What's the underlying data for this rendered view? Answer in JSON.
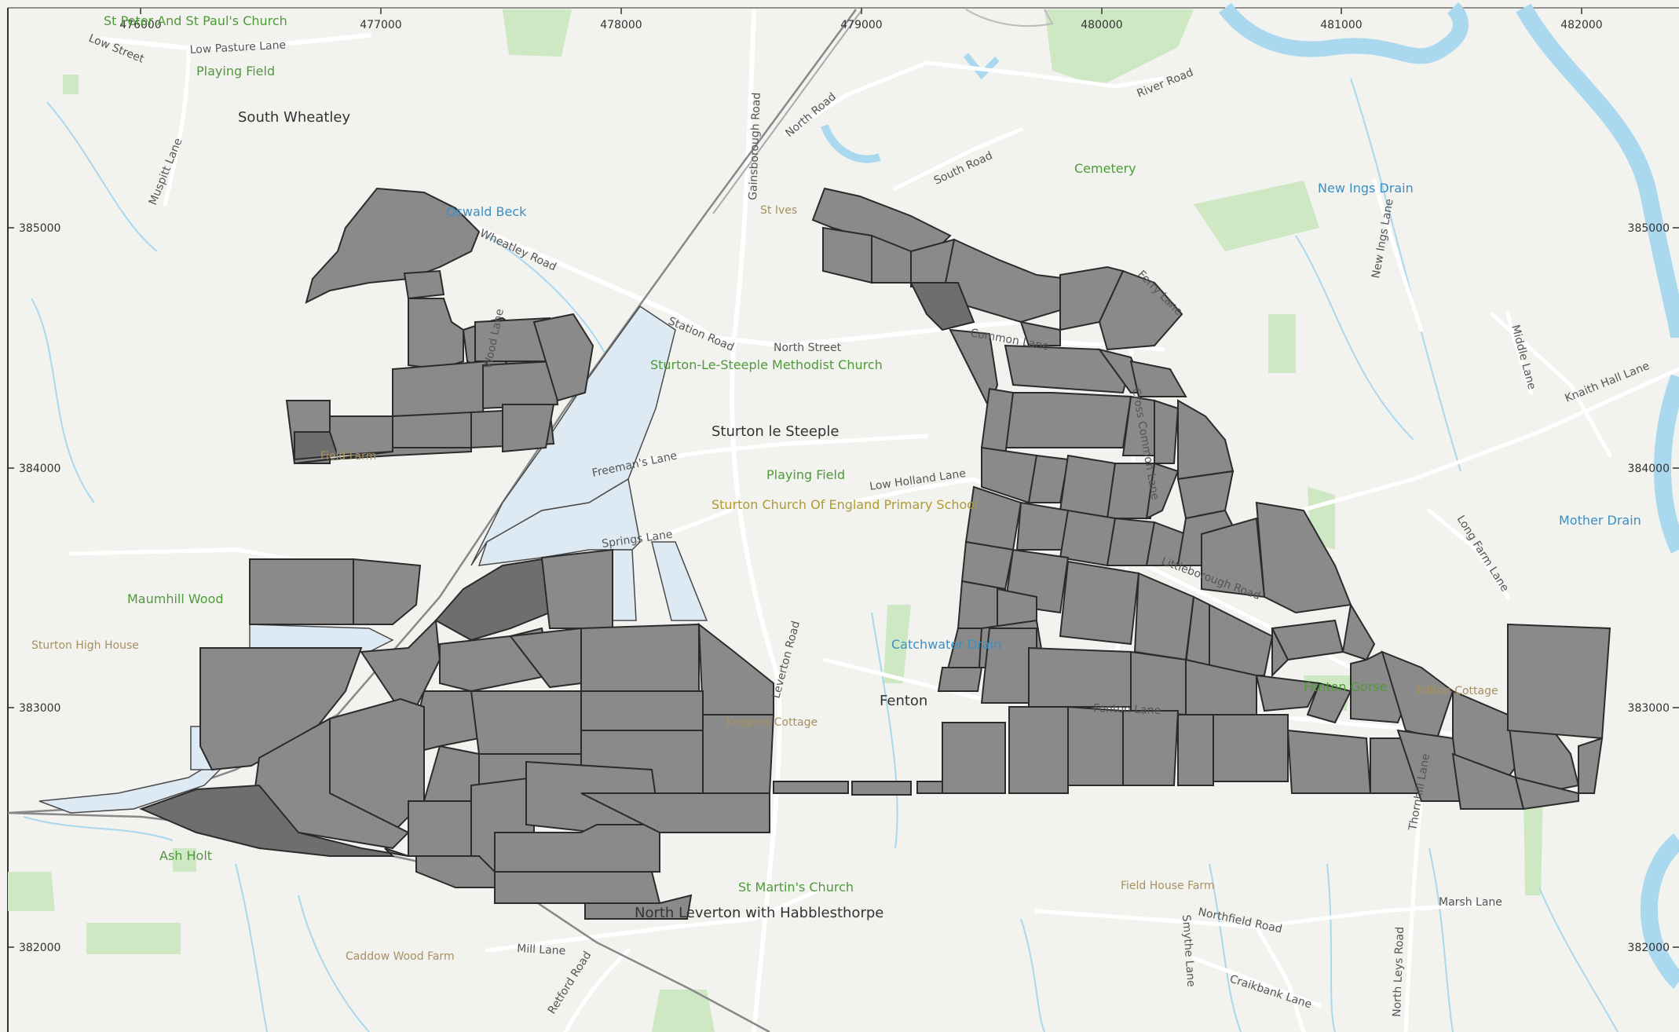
{
  "map": {
    "colors": {
      "background": "#f2f2ef",
      "water": "#a9d8ef",
      "green": "#cde8c3",
      "survey": "#8a8a8a",
      "unsurveyed": "#dde9f3",
      "label_green": "#4f9a3a",
      "label_water": "#3d8fc0"
    },
    "grid": {
      "eastings": [
        "476000",
        "477000",
        "478000",
        "479000",
        "480000",
        "481000",
        "482000"
      ],
      "northings": [
        "385000",
        "384000",
        "383000",
        "382000"
      ]
    },
    "places": {
      "south_wheatley": "South Wheatley",
      "sturton": "Sturton le Steeple",
      "fenton": "Fenton",
      "north_leverton": "North Leverton with Habblesthorpe"
    },
    "green_labels": {
      "st_peter": "St Peter And St Paul's Church",
      "playing_field_1": "Playing Field",
      "methodist": "Sturton-Le-Steeple Methodist Church",
      "playing_field_2": "Playing Field",
      "maumhill": "Maumhill Wood",
      "ash_holt": "Ash Holt",
      "st_martin": "St Martin's Church",
      "cemetery": "Cemetery",
      "fenton_gorse": "Fenton Gorse"
    },
    "water_labels": {
      "oswald_beck": "Oswald Beck",
      "new_ings_drain": "New Ings Drain",
      "catchwater": "Catchwater Drain",
      "mother_drain": "Mother Drain"
    },
    "poi_labels": {
      "st_ives": "St Ives",
      "field_farm": "Field Farm",
      "sturton_high_house": "Sturton High House",
      "keepers_cottage": "Keepers Cottage",
      "caddow_wood_farm": "Caddow Wood Farm",
      "field_house_farm": "Field House Farm",
      "tollbar_cottage": "Tollbar Cottage",
      "school": "Sturton Church Of England Primary School"
    },
    "roads": {
      "low_street": "Low Street",
      "low_pasture_lane": "Low Pasture Lane",
      "muspitt_lane": "Muspitt Lane",
      "wheatley_road": "Wheatley Road",
      "wood_lane": "Wood Lane",
      "station_road": "Station Road",
      "north_street": "North Street",
      "gainsborough_road": "Gainsborough Road",
      "north_road": "North Road",
      "south_road": "South Road",
      "river_road": "River Road",
      "ferry_lane": "Ferry Lane",
      "common_lane": "Common Lane",
      "cross_common_lane": "Cross Common Lane",
      "freemans_lane": "Freeman's Lane",
      "low_holland_lane": "Low Holland Lane",
      "springs_lane": "Springs Lane",
      "leverton_road": "Leverton Road",
      "littleborough_road": "Littleborough Road",
      "fenton_lane": "Fenton Lane",
      "new_ings_lane": "New Ings Lane",
      "middle_lane": "Middle Lane",
      "knaith_hall_lane": "Knaith Hall Lane",
      "long_farm_lane": "Long Farm Lane",
      "thornhill_lane": "Thornhill Lane",
      "marsh_lane": "Marsh Lane",
      "northfield_road": "Northfield Road",
      "smythe_lane": "Smythe Lane",
      "craikbank_lane": "Craikbank Lane",
      "north_leys_road": "North Leys Road",
      "mill_lane": "Mill Lane",
      "retford_road": "Retford Road"
    }
  }
}
